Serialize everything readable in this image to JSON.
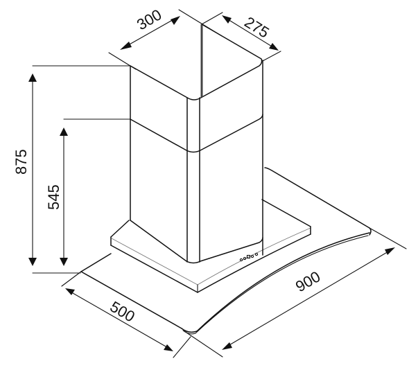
{
  "diagram": {
    "subject": "chimney cooker hood dimension drawing",
    "colors": {
      "line": "#111111",
      "background": "#ffffff",
      "edge_highlight": "#777777"
    },
    "dimensions": {
      "chimney_width": "300",
      "chimney_depth": "275",
      "total_height": "875",
      "chimney_height": "545",
      "hood_depth": "500",
      "hood_width": "900"
    },
    "control_panel": {
      "buttons": 5
    }
  }
}
